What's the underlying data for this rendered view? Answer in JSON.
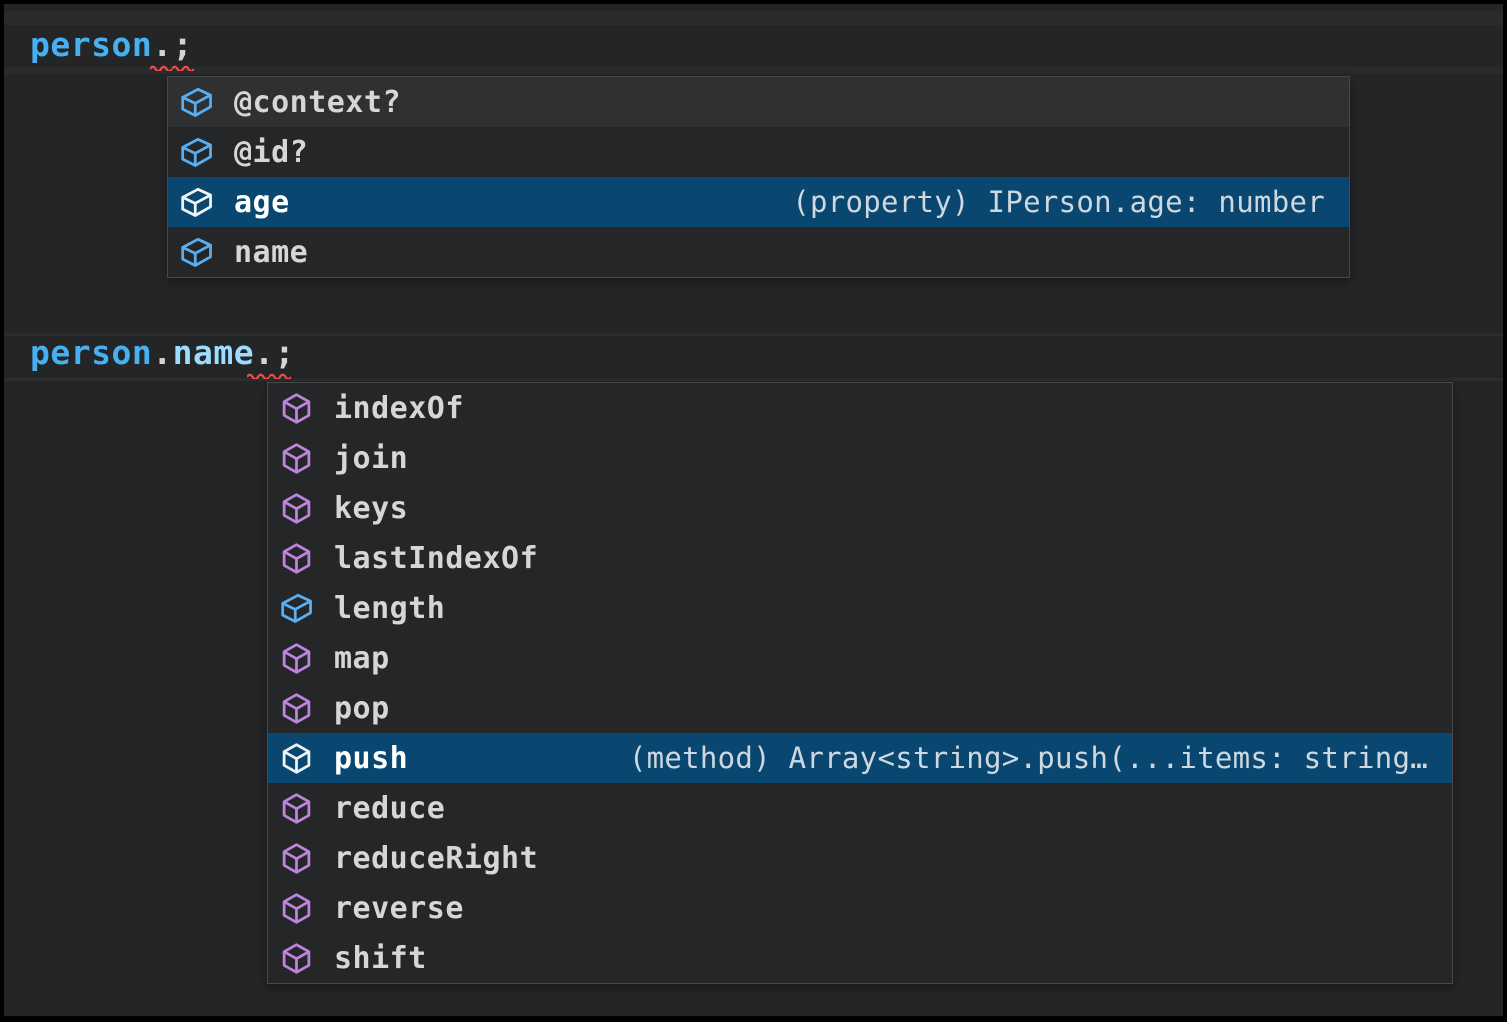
{
  "colors": {
    "bg-editor": "#242526",
    "bg-widget": "#252627",
    "border-widget": "#464849",
    "bg-selected": "#094771",
    "bg-hover": "#2e3031",
    "label": "#d6d6d6",
    "detail": "#cdd8e0",
    "tok-variable": "#45b1f2",
    "tok-property": "#9cdcfe",
    "tok-punct": "#d4d4d4",
    "squiggle": "#f14c4c",
    "icon-field": "#58aef0",
    "icon-method": "#bc84dc"
  },
  "editor": {
    "lines": [
      {
        "tokens": [
          {
            "text": "person",
            "style": "variable"
          },
          {
            "text": ".;",
            "style": "punct"
          }
        ]
      },
      {
        "tokens": [
          {
            "text": "person",
            "style": "variable"
          },
          {
            "text": ".",
            "style": "punct"
          },
          {
            "text": "name",
            "style": "property"
          },
          {
            "text": ".;",
            "style": "punct"
          }
        ]
      }
    ]
  },
  "suggest_widgets": [
    {
      "items": [
        {
          "label": "@context?",
          "icon": "field",
          "state": "hover"
        },
        {
          "label": "@id?",
          "icon": "field"
        },
        {
          "label": "age",
          "icon": "field",
          "state": "selected",
          "detail": "(property) IPerson.age: number"
        },
        {
          "label": "name",
          "icon": "field"
        }
      ]
    },
    {
      "items": [
        {
          "label": "indexOf",
          "icon": "method"
        },
        {
          "label": "join",
          "icon": "method"
        },
        {
          "label": "keys",
          "icon": "method"
        },
        {
          "label": "lastIndexOf",
          "icon": "method"
        },
        {
          "label": "length",
          "icon": "field"
        },
        {
          "label": "map",
          "icon": "method"
        },
        {
          "label": "pop",
          "icon": "method"
        },
        {
          "label": "push",
          "icon": "method",
          "state": "selected",
          "detail": "(method) Array<string>.push(...items: string…"
        },
        {
          "label": "reduce",
          "icon": "method"
        },
        {
          "label": "reduceRight",
          "icon": "method"
        },
        {
          "label": "reverse",
          "icon": "method"
        },
        {
          "label": "shift",
          "icon": "method"
        }
      ]
    }
  ]
}
